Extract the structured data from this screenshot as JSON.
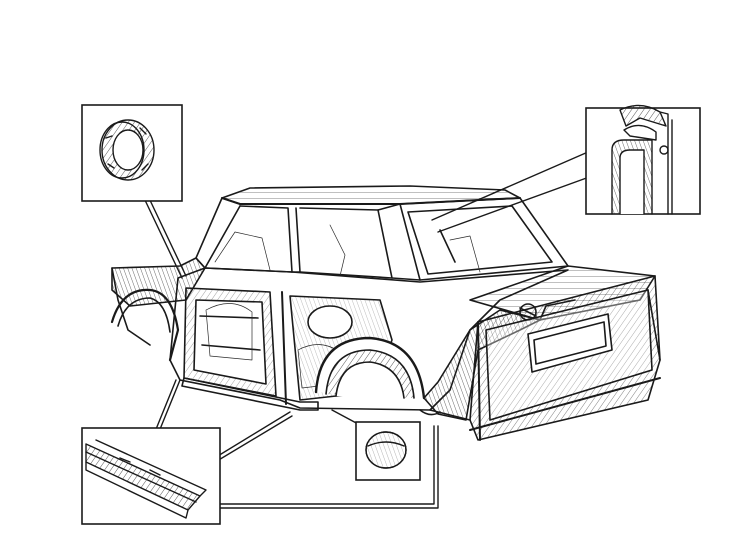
{
  "figure": {
    "subject": "car-body-shell",
    "callouts": [
      {
        "id": "grommet-ring",
        "icon": "grommet-ring-icon"
      },
      {
        "id": "door-seal-profile",
        "icon": "seal-profile-icon"
      },
      {
        "id": "sill-strip-profile",
        "icon": "sill-strip-icon"
      },
      {
        "id": "blanking-plug",
        "icon": "blanking-plug-icon"
      }
    ],
    "ink_color": "#1a1a1a",
    "paper_color": "#ffffff"
  }
}
